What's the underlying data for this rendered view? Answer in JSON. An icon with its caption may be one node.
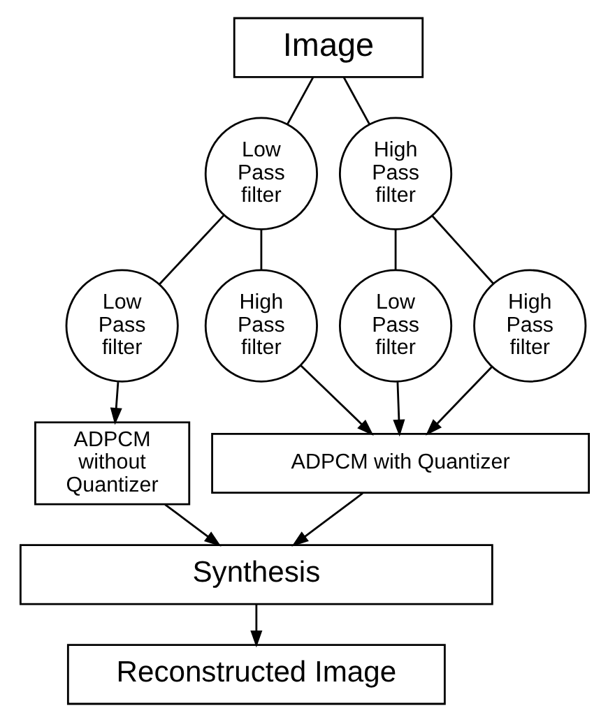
{
  "diagram": {
    "nodes": [
      {
        "text": [
          "Image"
        ]
      },
      {
        "text": [
          "Low Pass filter"
        ]
      },
      {
        "text": [
          "High Pass filter"
        ]
      },
      {
        "text": [
          "Low Pass filter"
        ]
      },
      {
        "text": [
          "High Pass filter"
        ]
      },
      {
        "text": [
          "Low Pass filter"
        ]
      },
      {
        "text": [
          "High Pass filter"
        ]
      },
      {
        "text": [
          "ADPCM without Quantizer"
        ]
      },
      {
        "text": [
          "ADPCM with Quantizer"
        ]
      },
      {
        "text": [
          "Synthesis"
        ]
      },
      {
        "text": [
          "Reconstructed Image"
        ]
      }
    ],
    "edges": [
      {
        "from": 0,
        "to": 1,
        "arrow": "none"
      },
      {
        "from": 0,
        "to": 2,
        "arrow": "none"
      },
      {
        "from": 1,
        "to": 3,
        "arrow": "none"
      },
      {
        "from": 1,
        "to": 4,
        "arrow": "none"
      },
      {
        "from": 2,
        "to": 5,
        "arrow": "none"
      },
      {
        "from": 2,
        "to": 6,
        "arrow": "none"
      },
      {
        "from": 3,
        "to": 7,
        "arrow": "to"
      },
      {
        "from": 4,
        "to": 8,
        "arrow": "to"
      },
      {
        "from": 5,
        "to": 8,
        "arrow": "to"
      },
      {
        "from": 6,
        "to": 8,
        "arrow": "to"
      },
      {
        "from": 7,
        "to": 9,
        "arrow": "to"
      },
      {
        "from": 8,
        "to": 9,
        "arrow": "to"
      },
      {
        "from": 9,
        "to": 10,
        "arrow": "to"
      }
    ]
  }
}
